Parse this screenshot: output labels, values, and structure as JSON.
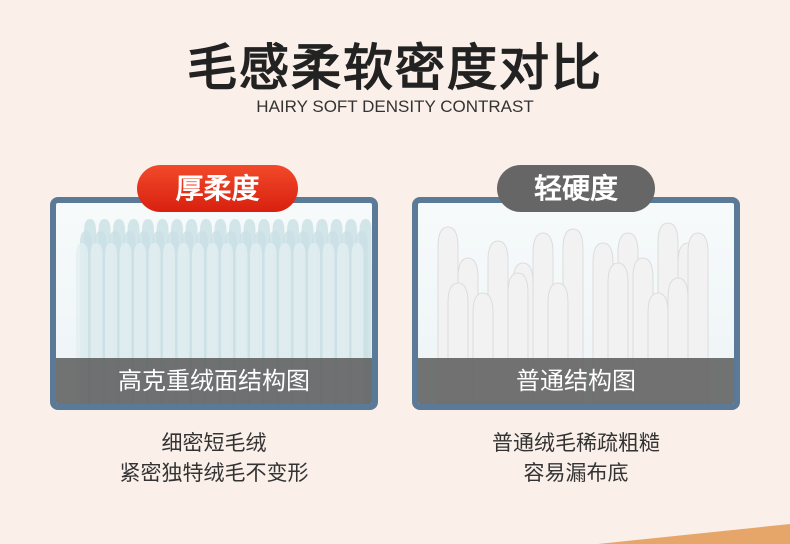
{
  "header": {
    "title": "毛感柔软密度对比",
    "subtitle": "HAIRY SOFT DENSITY CONTRAST"
  },
  "left": {
    "badge": "厚柔度",
    "caption": "高克重绒面结构图",
    "desc": [
      "细密短毛绒",
      "紧密独特绒毛不变形"
    ],
    "badge_color": "#e8321e"
  },
  "right": {
    "badge": "轻硬度",
    "caption": "普通结构图",
    "desc": [
      "普通绒毛稀疏粗糙",
      "容易漏布底"
    ],
    "badge_color": "#666666"
  }
}
